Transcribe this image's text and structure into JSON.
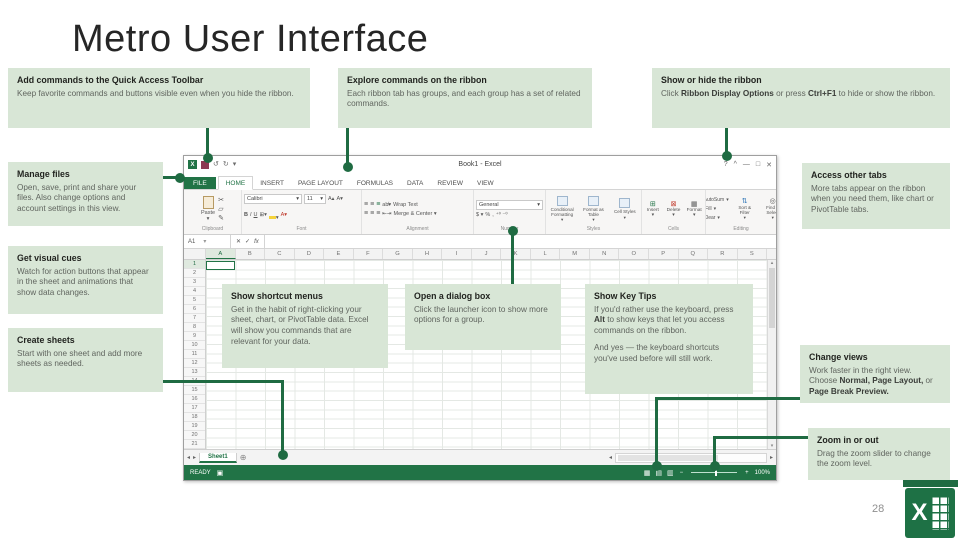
{
  "slide": {
    "title": "Metro User Interface",
    "page_number": "28"
  },
  "colors": {
    "excel_green": "#217346",
    "connector_green": "#1f6b42",
    "callout_bg": "#d8e6d6"
  },
  "callouts": {
    "add_commands": {
      "heading": "Add commands to the Quick Access Toolbar",
      "body": "Keep favorite commands and buttons visible even when you hide the ribbon."
    },
    "explore_ribbon": {
      "heading": "Explore commands on the ribbon",
      "body": "Each ribbon tab has groups, and each group has a set of related commands."
    },
    "show_hide_ribbon": {
      "heading": "Show or hide the ribbon",
      "body_parts": [
        {
          "t": "Click "
        },
        {
          "t": "Ribbon Display Options",
          "b": true
        },
        {
          "t": " or press "
        },
        {
          "t": "Ctrl+F1",
          "b": true
        },
        {
          "t": " to hide or show the ribbon."
        }
      ]
    },
    "manage_files": {
      "heading": "Manage files",
      "body": "Open, save, print and share your files. Also change options and account settings in this view."
    },
    "get_visual_cues": {
      "heading": "Get visual cues",
      "body": "Watch for action buttons that appear in the sheet and animations that show data changes."
    },
    "create_sheets": {
      "heading": "Create sheets",
      "body": "Start with one sheet and add more sheets as needed."
    },
    "show_shortcut_menus": {
      "heading": "Show shortcut menus",
      "body": "Get in the habit of right-clicking your sheet, chart, or PivotTable data. Excel will show you commands that are relevant for your data."
    },
    "open_dialog_box": {
      "heading": "Open a dialog box",
      "body": "Click the launcher icon to show more options for a group."
    },
    "show_key_tips": {
      "heading": "Show Key Tips",
      "body_parts": [
        {
          "t": "If you'd rather use the keyboard, press "
        },
        {
          "t": "Alt",
          "b": true
        },
        {
          "t": " to show keys that let you access commands on the ribbon."
        }
      ],
      "body2": "And yes — the keyboard shortcuts you've used before will still work."
    },
    "access_other_tabs": {
      "heading": "Access other tabs",
      "body": "More tabs appear on the ribbon when you need them, like chart or PivotTable tabs."
    },
    "change_views": {
      "heading": "Change views",
      "body_parts": [
        {
          "t": "Work faster in the right view. Choose "
        },
        {
          "t": "Normal, Page Layout,",
          "b": true
        },
        {
          "t": " or "
        },
        {
          "t": "Page Break Preview.",
          "b": true
        }
      ]
    },
    "zoom_in_out": {
      "heading": "Zoom in or out",
      "body": "Drag the zoom slider to change the zoom level."
    }
  },
  "excel": {
    "titlebar": {
      "title": "Book1 - Excel",
      "controls": [
        "?",
        "^",
        "—",
        "□",
        "✕"
      ]
    },
    "tabs": [
      "FILE",
      "HOME",
      "INSERT",
      "PAGE LAYOUT",
      "FORMULAS",
      "DATA",
      "REVIEW",
      "VIEW"
    ],
    "ribbon": {
      "paste": "Paste",
      "font_name": "Calibri",
      "font_size": "11",
      "wrap_text": "Wrap Text",
      "merge_center": "Merge & Center",
      "number_format": "General",
      "styles": [
        "Conditional Formatting",
        "Format as Table",
        "Cell Styles"
      ],
      "cells": [
        "Insert",
        "Delete",
        "Format"
      ],
      "editing": [
        "AutoSum",
        "Fill",
        "Clear",
        "Sort & Filter",
        "Find & Select"
      ],
      "groups": [
        "Clipboard",
        "Font",
        "Alignment",
        "Number",
        "Styles",
        "Cells",
        "Editing"
      ]
    },
    "formula_bar": {
      "name_box": "A1",
      "fx": "fx"
    },
    "columns": [
      "A",
      "B",
      "C",
      "D",
      "E",
      "F",
      "G",
      "H",
      "I",
      "J",
      "K",
      "L",
      "M",
      "N",
      "O",
      "P",
      "Q",
      "R",
      "S"
    ],
    "rows": [
      "1",
      "2",
      "3",
      "4",
      "5",
      "6",
      "7",
      "8",
      "9",
      "10",
      "11",
      "12",
      "13",
      "14",
      "15",
      "16",
      "17",
      "18",
      "19",
      "20",
      "21"
    ],
    "sheet_bar": {
      "sheet_name": "Sheet1",
      "add_sheet": "⊕"
    },
    "status_bar": {
      "mode": "READY",
      "zoom_level": "100%"
    }
  }
}
